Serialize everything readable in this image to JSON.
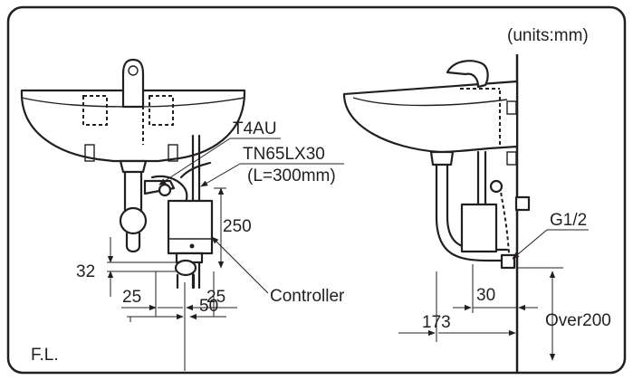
{
  "units_note": "(units:mm)",
  "floor_label": "F.L.",
  "callouts": {
    "faucet_model": "T4AU",
    "hose_model": "TN65LX30",
    "hose_length": "(L=300mm)",
    "controller": "Controller",
    "thread": "G1/2"
  },
  "dimensions": {
    "controller_height": "250",
    "trap_offset": "32",
    "left_offset": "25",
    "right_offset": "25",
    "spacing": "50",
    "wall_to_trap": "30",
    "wall_to_drain": "173",
    "floor_clearance": "Over200"
  }
}
